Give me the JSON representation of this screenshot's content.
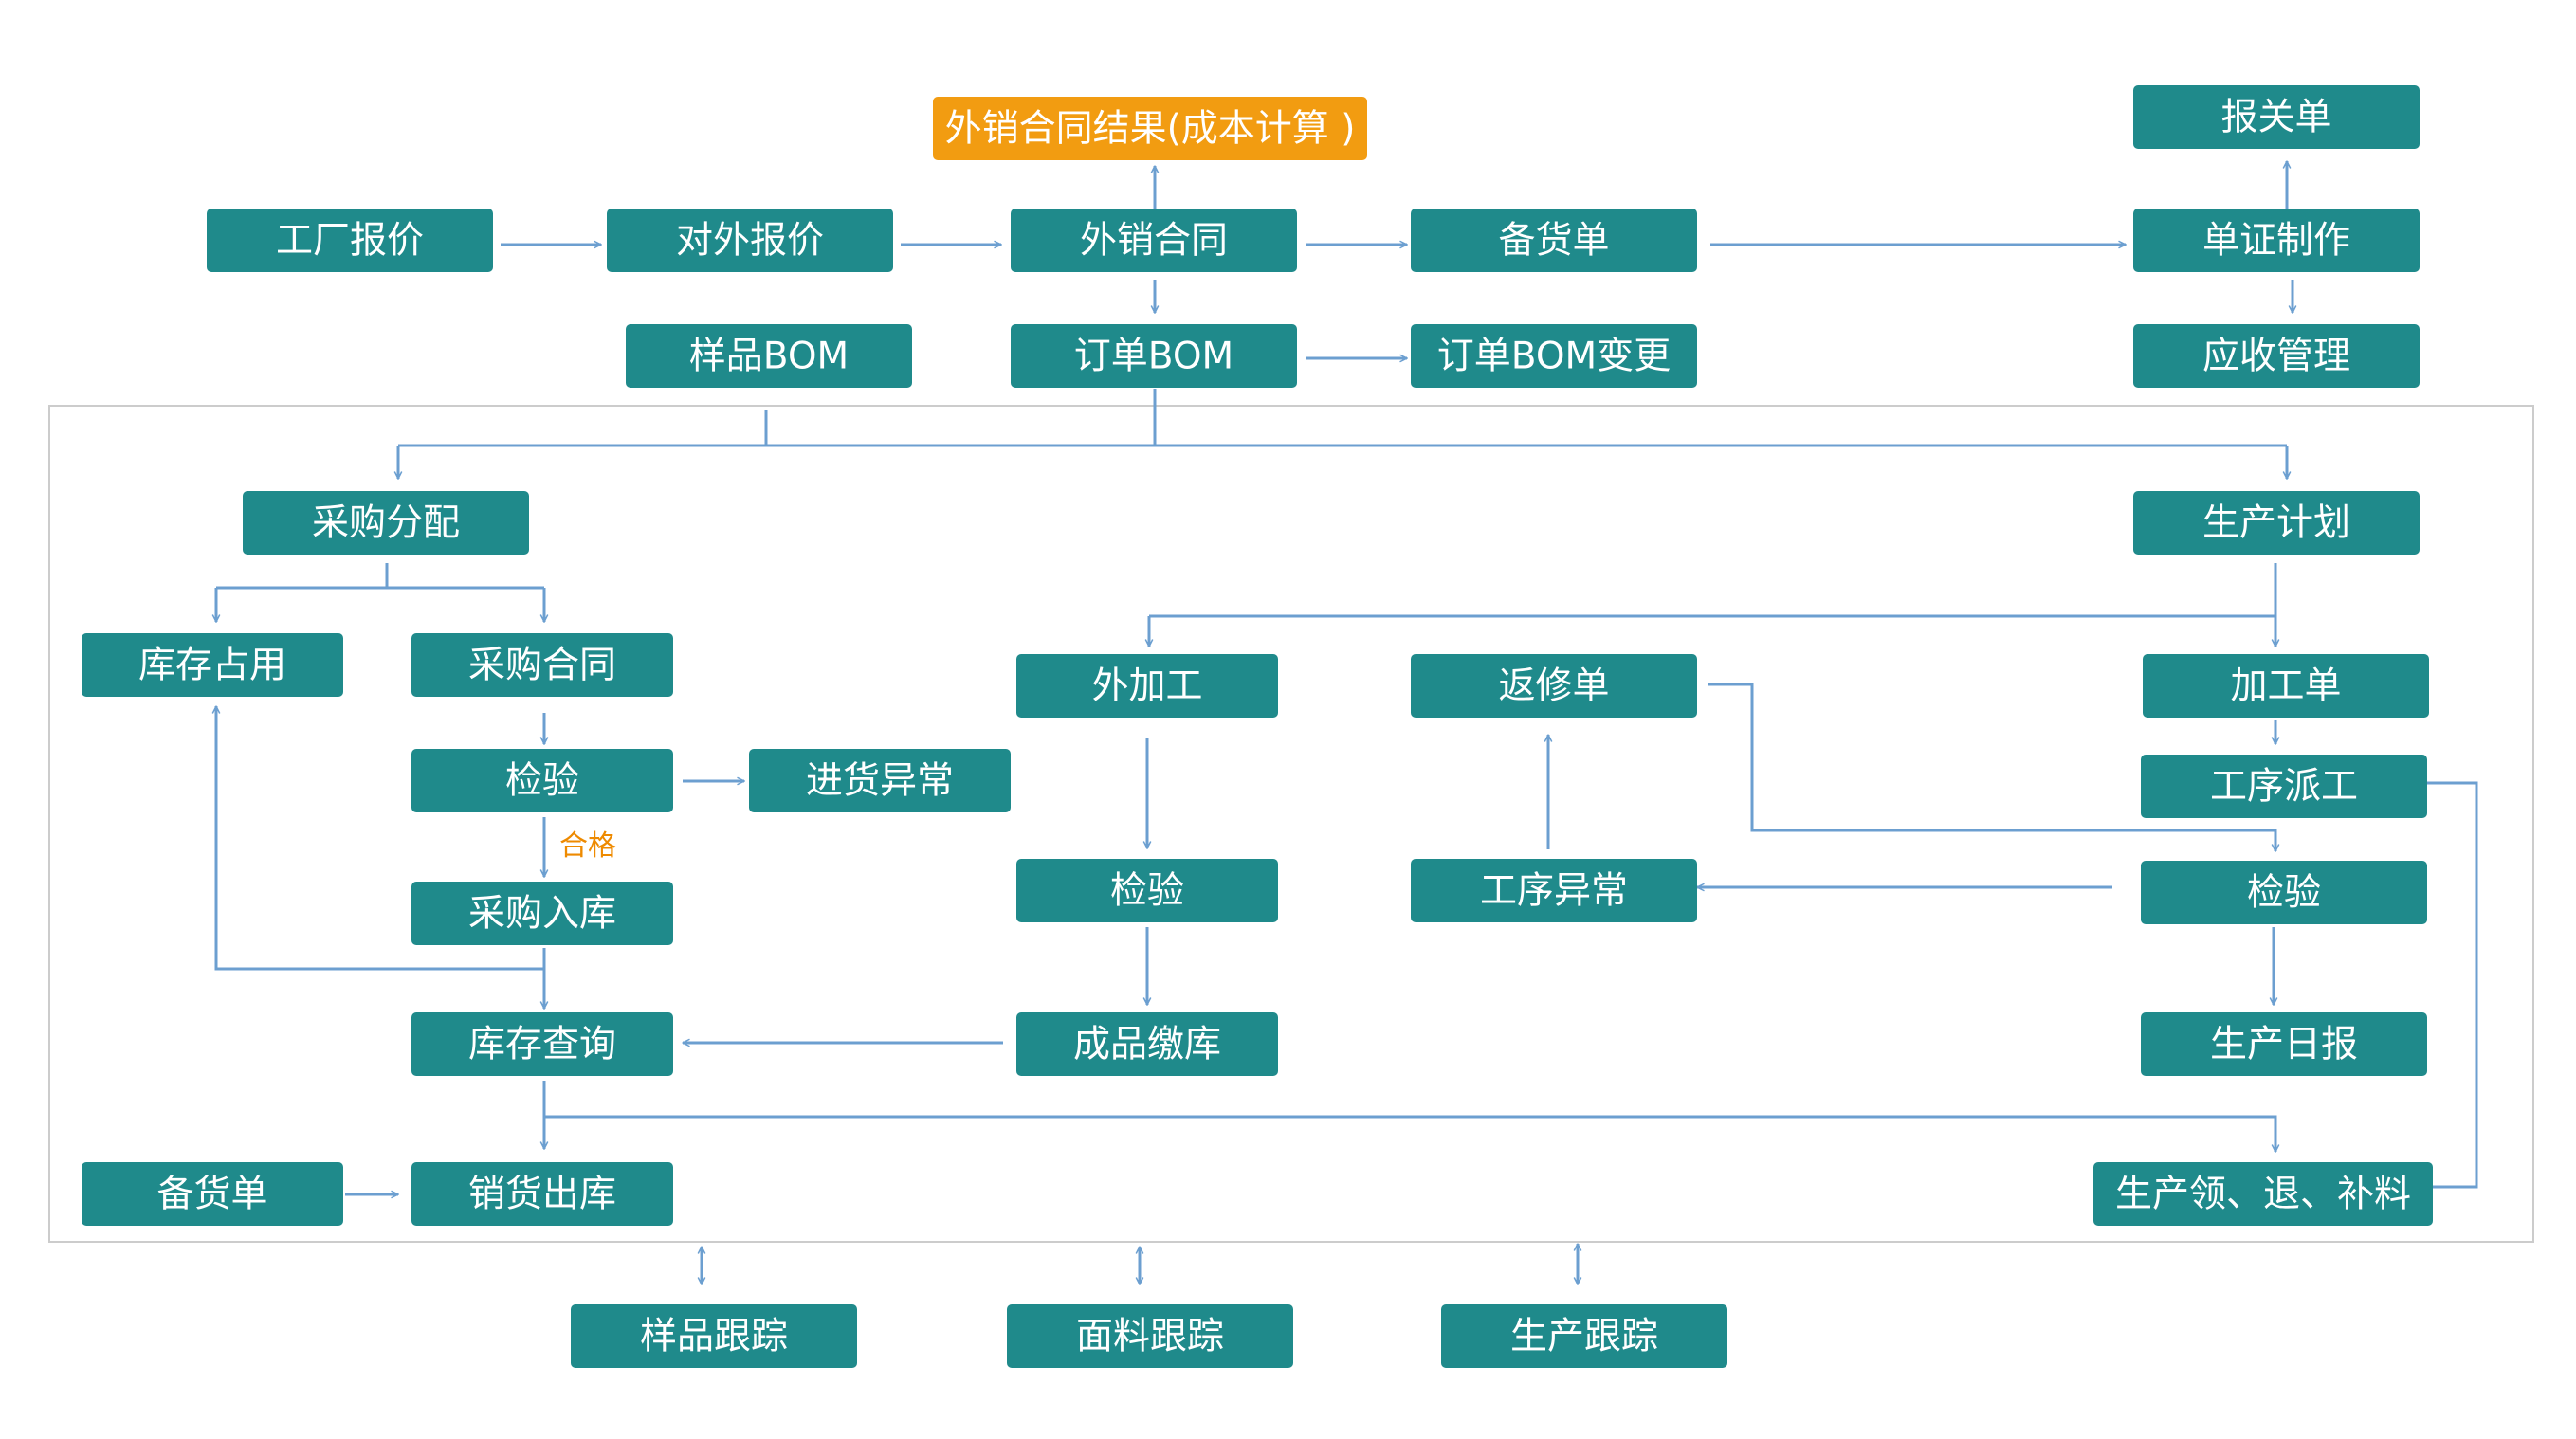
{
  "colors": {
    "node": "#1f8a8b",
    "highlight": "#f29c11",
    "line": "#6c9fd0",
    "frame": "#cccccc",
    "note": "#ee8a00"
  },
  "nodes": {
    "factory_quote": "工厂报价",
    "external_quote": "对外报价",
    "export_contract": "外销合同",
    "stock_order_top": "备货单",
    "contract_result": "外销合同结果(成本计算 )",
    "customs_declaration": "报关单",
    "document_making": "单证制作",
    "receivables": "应收管理",
    "sample_bom": "样品BOM",
    "order_bom": "订单BOM",
    "order_bom_change": "订单BOM变更",
    "purchase_allocation": "采购分配",
    "production_plan": "生产计划",
    "stock_occupy": "库存占用",
    "purchase_contract": "采购合同",
    "inspection_purchase": "检验",
    "incoming_exception": "进货异常",
    "purchase_inbound": "采购入库",
    "stock_query": "库存查询",
    "stock_order_bottom": "备货单",
    "sales_outbound": "销货出库",
    "outsourcing": "外加工",
    "inspection_outsourcing": "检验",
    "finished_goods_inbound": "成品缴库",
    "rework_order": "返修单",
    "process_exception": "工序异常",
    "processing_order": "加工单",
    "process_dispatch": "工序派工",
    "inspection_production": "检验",
    "production_daily": "生产日报",
    "material_issue": "生产领、退、补料",
    "sample_tracking": "样品跟踪",
    "fabric_tracking": "面料跟踪",
    "production_tracking": "生产跟踪"
  },
  "edge_labels": {
    "qualified": "合格"
  }
}
